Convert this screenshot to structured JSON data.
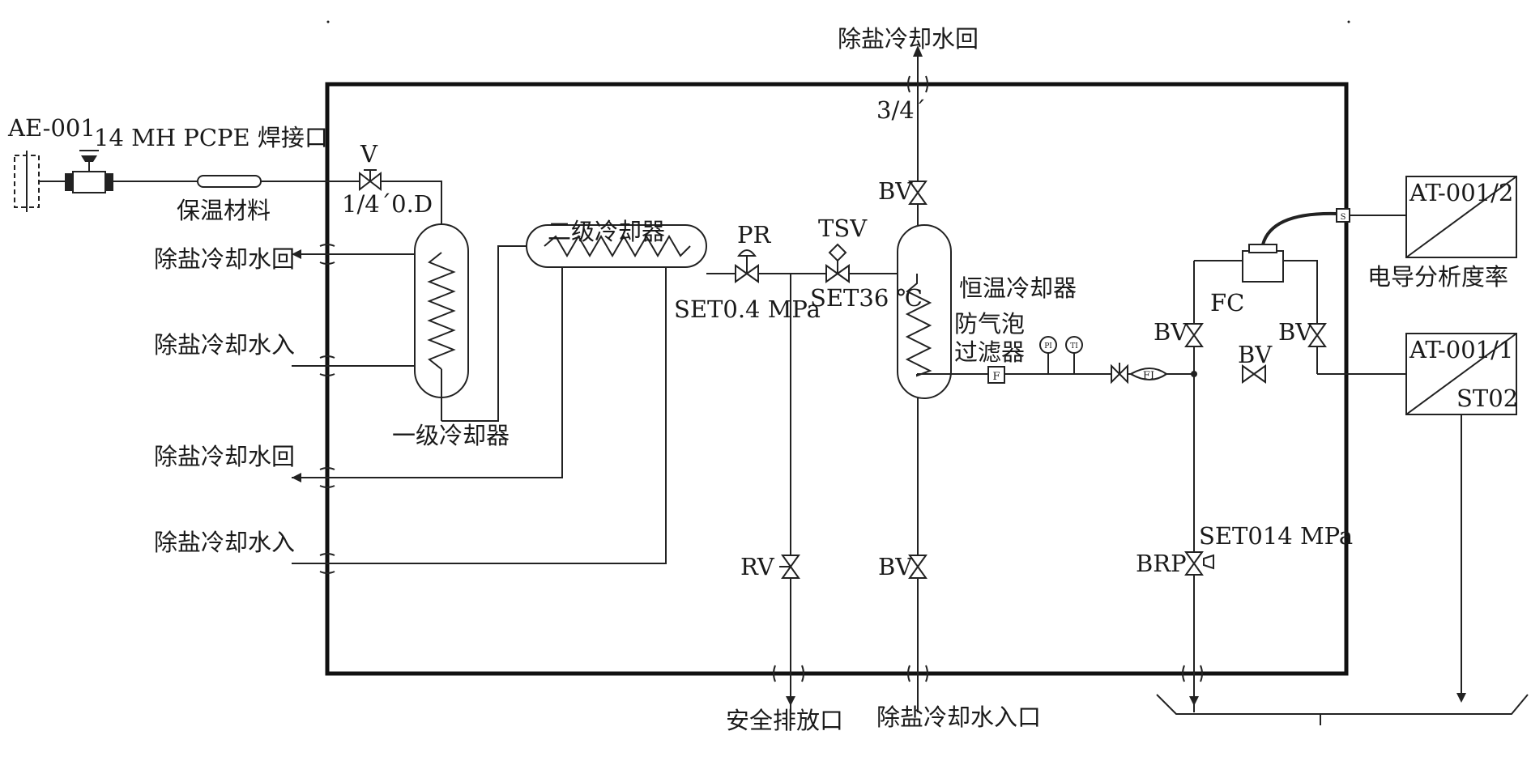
{
  "labels": {
    "ae001": "AE-001",
    "weld_port": "14 MH PCPE 焊接口",
    "insulation": "保温材料",
    "valve_v": "V",
    "tube_size": "1/4´0.D",
    "secondary_cooler": "二级冷却器",
    "primary_cooler": "一级冷却器",
    "pr": "PR",
    "set_pr": "SET0.4 MPa",
    "tsv": "TSV",
    "set_tsv": "SET36 ℃",
    "const_temp_cooler": "恒温冷却器",
    "anti_bubble_filter_1": "防气泡",
    "anti_bubble_filter_2": "过滤器",
    "water_return_top": "除盐冷却水回",
    "pipe_size_top": "3/4´",
    "bv_top": "BV",
    "bv_bottom": "BV",
    "bv_left": "BV",
    "bv_right": "BV",
    "bv_mid": "BV",
    "fc": "FC",
    "at_0012": "AT-001/2",
    "conductivity": "电导分析度率",
    "at_0011": "AT-001/1",
    "st02": "ST02",
    "rv": "RV",
    "brp": "BRP",
    "set_brp": "SET014 MPa",
    "left_return_1": "除盐冷却水回",
    "left_inlet_1": "除盐冷却水入",
    "left_return_2": "除盐冷却水回",
    "left_inlet_2": "除盐冷却水入",
    "safety_drain": "安全排放口",
    "water_inlet": "除盐冷却水入口",
    "filter_tag": "F",
    "flow_tag": "FI",
    "gauge_pi": "PI",
    "gauge_ti": "TI",
    "sample_tag": "S"
  }
}
